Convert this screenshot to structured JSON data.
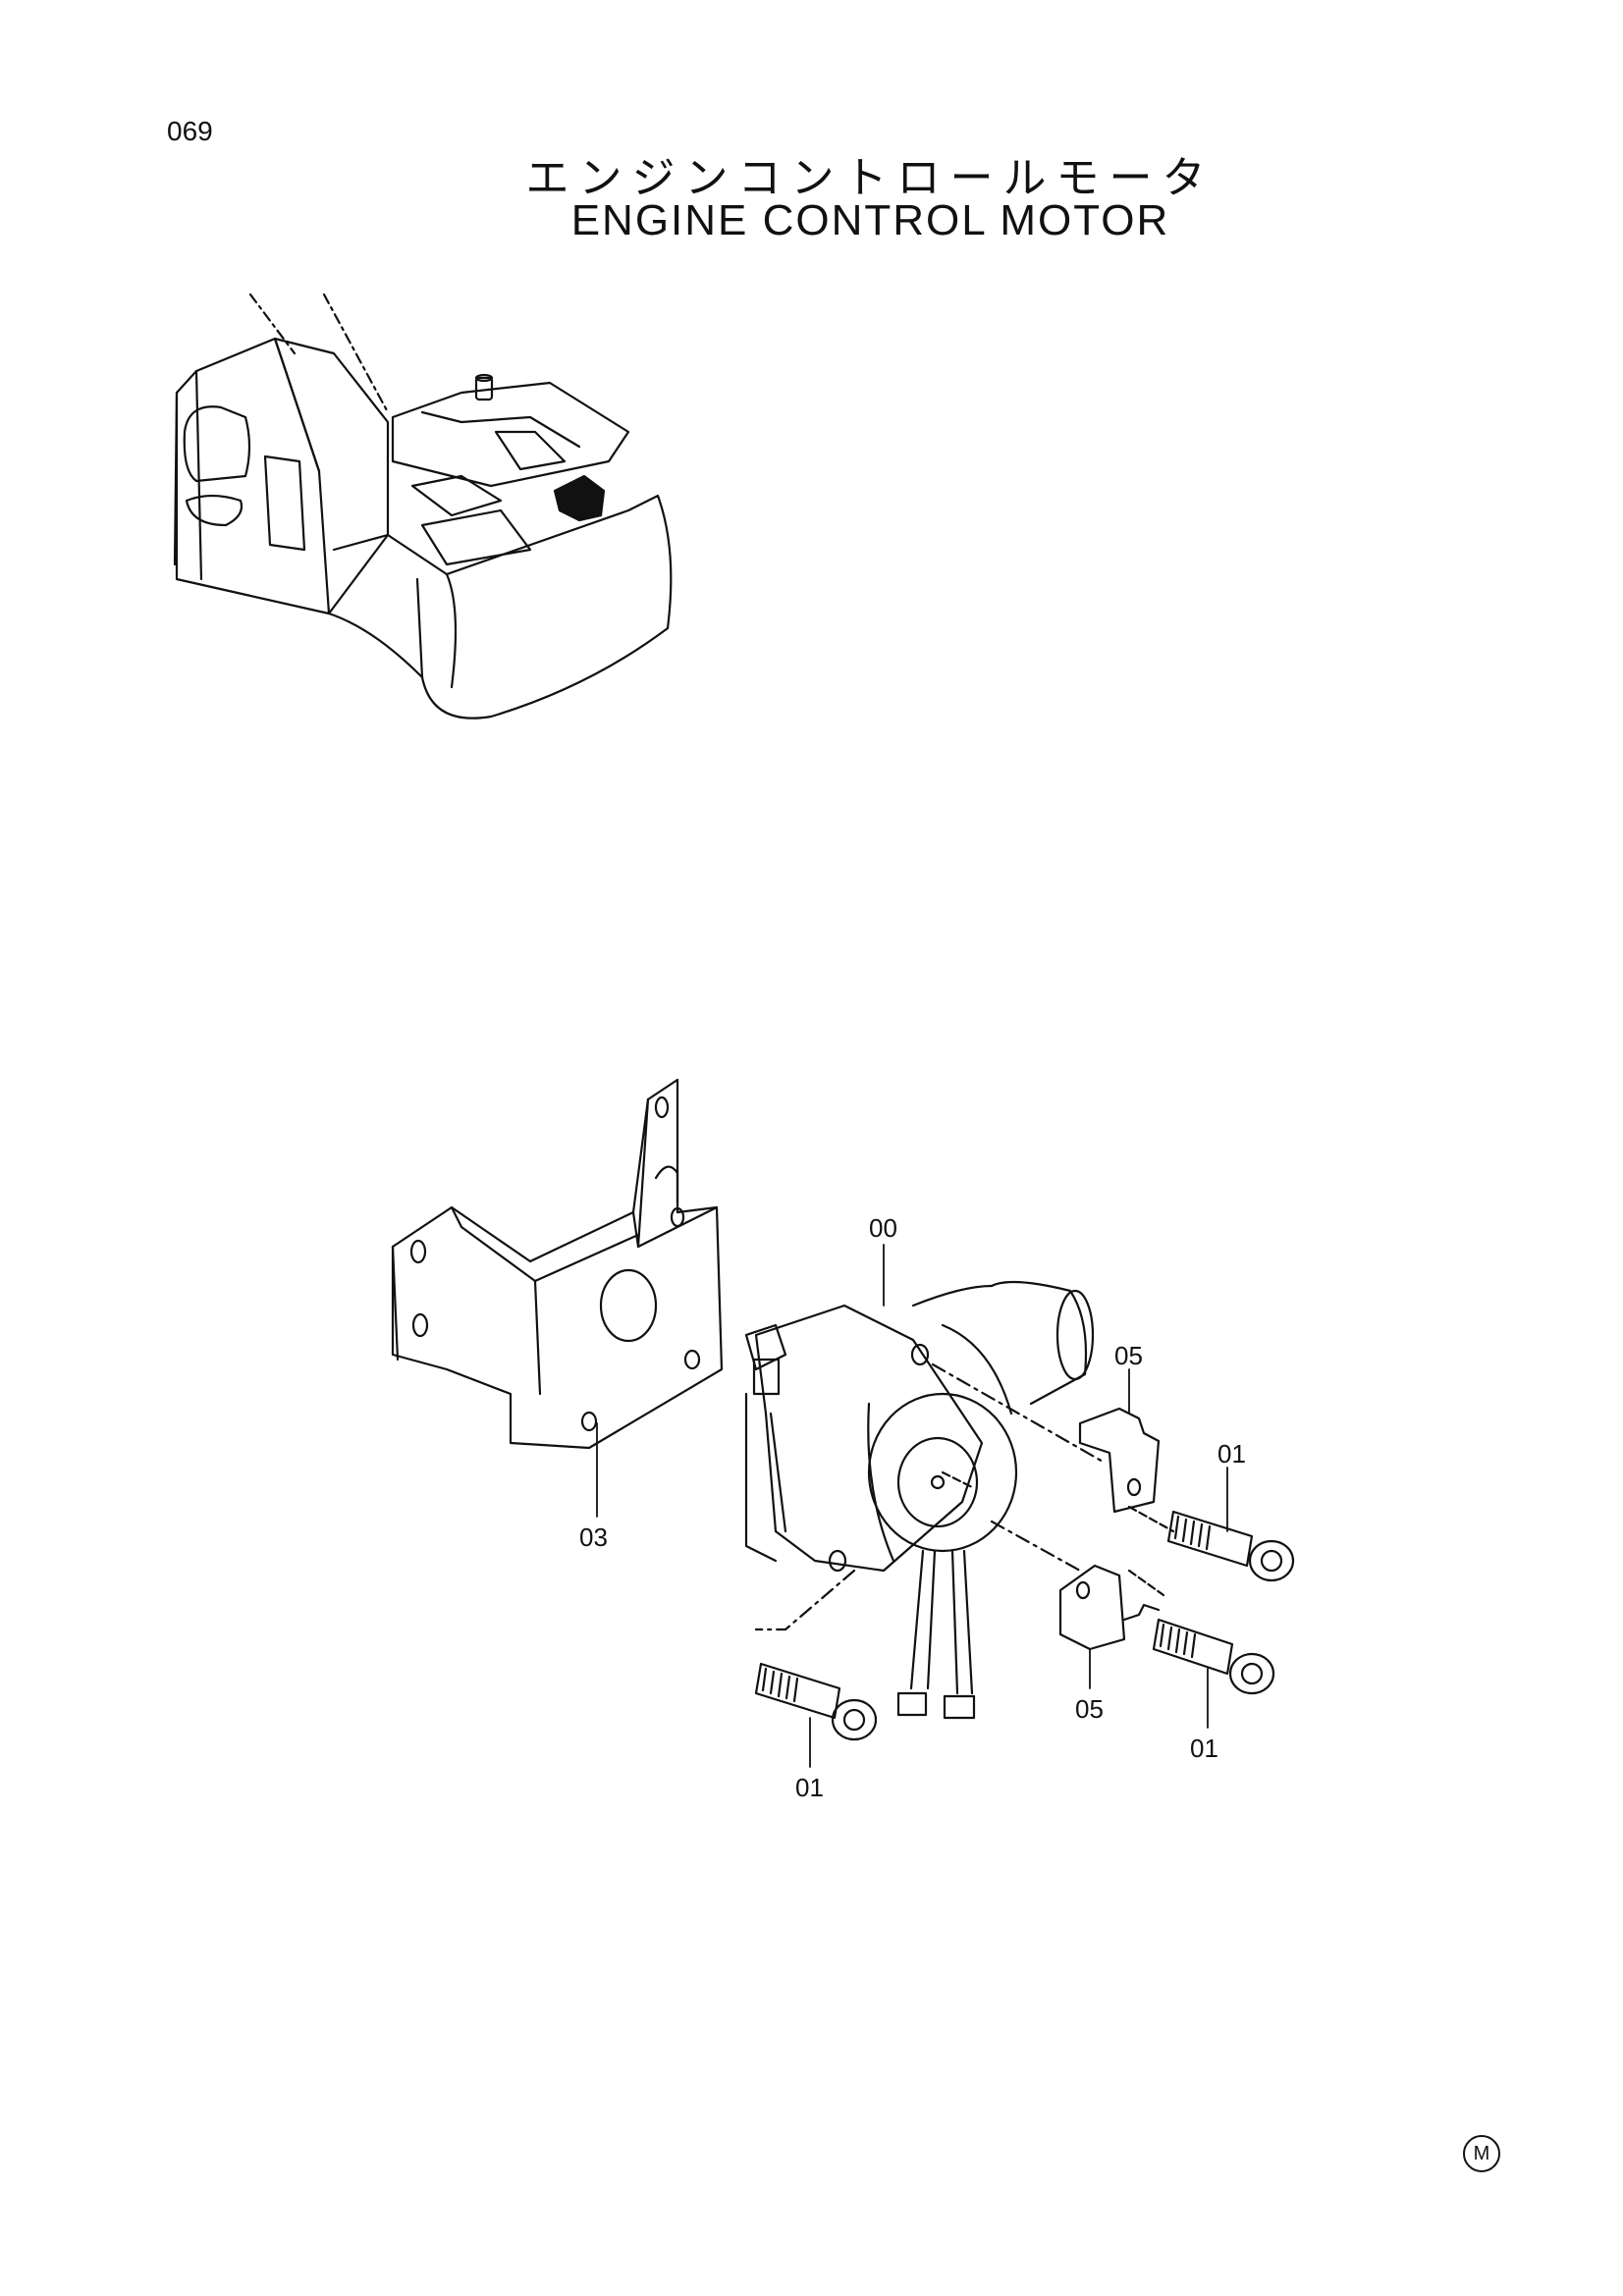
{
  "page_number": "069",
  "title_jp": "エンジンコントロールモータ",
  "title_en": "ENGINE CONTROL MOTOR",
  "callouts": {
    "motor": "00",
    "bolt_upper": "01",
    "bolt_right": "01",
    "bolt_lower": "01",
    "bracket": "03",
    "plate_upper": "05",
    "plate_lower": "05"
  },
  "marker": "M",
  "icons": {
    "excavator": "excavator-overview-icon",
    "motor": "engine-control-motor-icon",
    "bracket": "mounting-bracket-icon"
  }
}
